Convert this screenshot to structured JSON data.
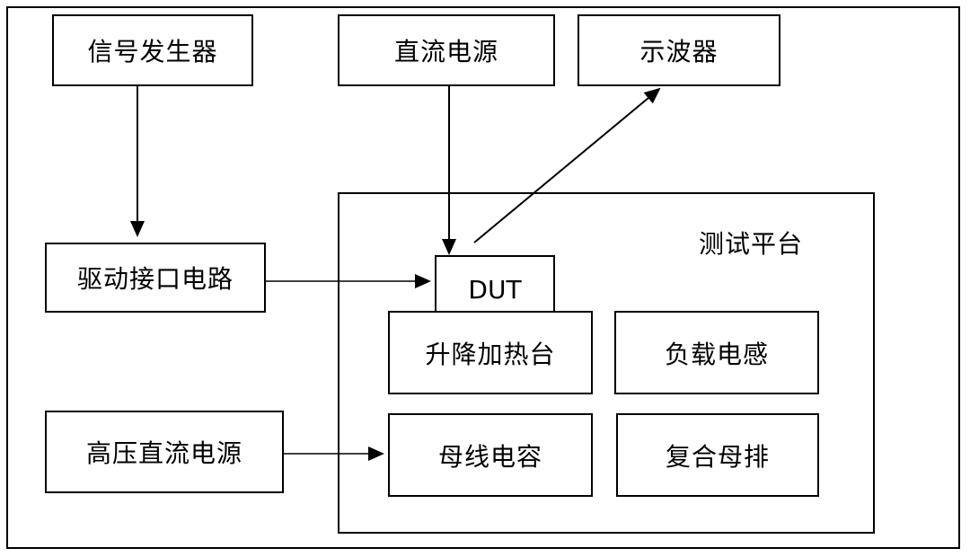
{
  "boxes": {
    "signal_generator": "信号发生器",
    "dc_power": "直流电源",
    "oscilloscope": "示波器",
    "driver_interface": "驱动接口电路",
    "hv_dc_power": "高压直流电源",
    "dut": "DUT",
    "heating_stage": "升降加热台",
    "load_inductor": "负载电感",
    "bus_capacitor": "母线电容",
    "laminated_busbar": "复合母排"
  },
  "platform": {
    "label": "测试平台"
  }
}
